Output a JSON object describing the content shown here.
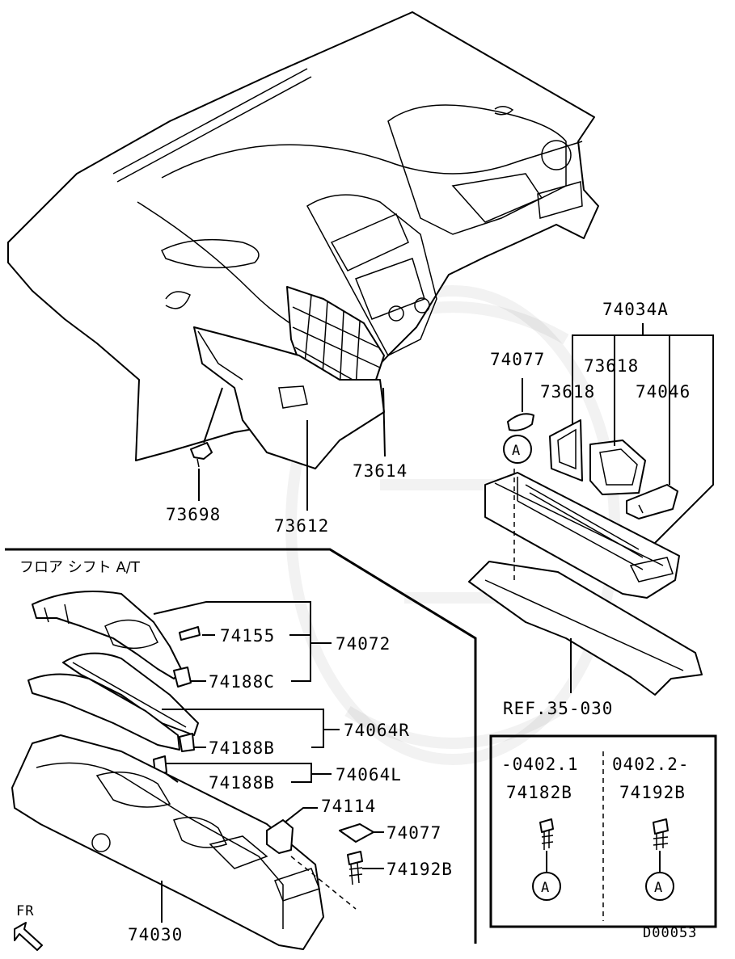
{
  "diagram_code": "D00053",
  "direction_label": "FR",
  "section_title": "フロア シフト A/T",
  "parts": {
    "p73698": "73698",
    "p73612": "73612",
    "p73614": "73614",
    "p74034A": "74034A",
    "p74077_top": "74077",
    "p73618_a": "73618",
    "p73618_b": "73618",
    "p74046": "74046",
    "ref": "REF.35-030",
    "p74155": "74155",
    "p74072": "74072",
    "p74188C": "74188C",
    "p74064R": "74064R",
    "p74188B_a": "74188B",
    "p74188B_b": "74188B",
    "p74064L": "74064L",
    "p74114": "74114",
    "p74077_bottom": "74077",
    "p74192B": "74192B",
    "p74030": "74030"
  },
  "ref_marker": "A",
  "inset": {
    "left_range": "-0402.1",
    "right_range": "0402.2-",
    "left_part": "74182B",
    "right_part": "74192B",
    "left_marker": "A",
    "right_marker": "A"
  }
}
